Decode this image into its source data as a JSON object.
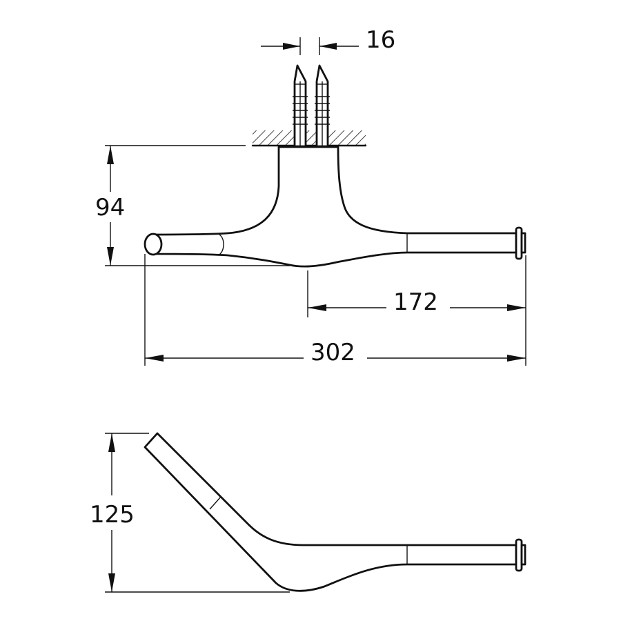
{
  "colors": {
    "line": "#111111",
    "background": "#ffffff"
  },
  "dimensions": {
    "anchor_spacing": "16",
    "height_front": "94",
    "offset": "172",
    "total_length": "302",
    "height_side": "125"
  }
}
